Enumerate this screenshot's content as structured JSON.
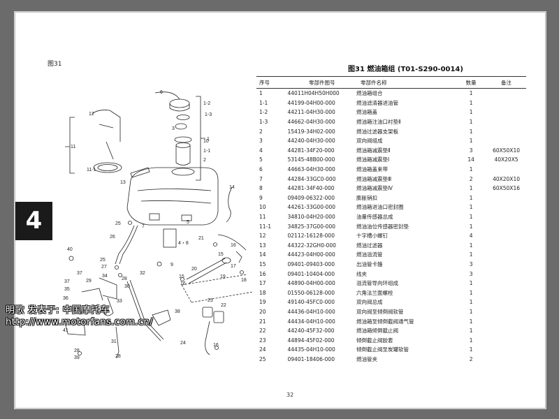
{
  "figure_label": "图31",
  "title": "图31 燃油箱组 (T01-S290-0014)",
  "section_tab": "4",
  "page_number": "32",
  "table": {
    "headers": [
      "序号",
      "零部件图号",
      "零部件名称",
      "数量",
      "备注"
    ],
    "rows": [
      [
        "1",
        "44011H04H50H000",
        "燃油箱组合",
        "1",
        ""
      ],
      [
        "1-1",
        "44199-04H00-000",
        "燃油滤清器进油管",
        "1",
        ""
      ],
      [
        "1-2",
        "44211-04H30-000",
        "燃油箱盖",
        "1",
        ""
      ],
      [
        "1-3",
        "44662-04H30-000",
        "燃油箱注油口衬垫Ⅱ",
        "1",
        ""
      ],
      [
        "2",
        "15419-34H02-000",
        "燃油过滤器支架板",
        "1",
        ""
      ],
      [
        "3",
        "44240-04H30-000",
        "双向阀组成",
        "1",
        ""
      ],
      [
        "4",
        "44281-34F20-000",
        "燃油箱减震垫Ⅱ",
        "3",
        "60X50X10"
      ],
      [
        "5",
        "53145-48B00-000",
        "燃油箱减震垫Ⅰ",
        "14",
        "40X20X5"
      ],
      [
        "6",
        "44663-04H30-000",
        "燃油箱盖束带",
        "1",
        ""
      ],
      [
        "7",
        "44284-33GC0-000",
        "燃油箱减震垫Ⅲ",
        "2",
        "40X20X10"
      ],
      [
        "8",
        "44281-34F40-000",
        "燃油箱减震垫Ⅳ",
        "1",
        "60X50X16"
      ],
      [
        "9",
        "09409-06322-000",
        "膨胀销扣",
        "1",
        ""
      ],
      [
        "10",
        "44261-33G00-000",
        "燃油箱进油口密封圈",
        "1",
        ""
      ],
      [
        "11",
        "34810-04H20-000",
        "油量传感器总成",
        "1",
        ""
      ],
      [
        "11-1",
        "34825-37G00-000",
        "燃油油位传感器密封垫",
        "1",
        ""
      ],
      [
        "12",
        "02112-16128-000",
        "十字槽小螺钉",
        "4",
        ""
      ],
      [
        "13",
        "44322-32GH0-000",
        "燃油过滤器",
        "1",
        ""
      ],
      [
        "14",
        "44423-04H00-000",
        "燃油溢流管",
        "1",
        ""
      ],
      [
        "15",
        "09401-09403-000",
        "出油管卡箍",
        "3",
        ""
      ],
      [
        "16",
        "09401-10404-000",
        "线夹",
        "3",
        ""
      ],
      [
        "17",
        "44890-04H00-000",
        "溢流管导向环组成",
        "1",
        ""
      ],
      [
        "18",
        "01550-06128-000",
        "六角法兰面螺栓",
        "1",
        ""
      ],
      [
        "19",
        "49140-45FC0-000",
        "双向阀总成",
        "1",
        ""
      ],
      [
        "20",
        "44436-04H10-000",
        "双向阀至倾倒阀软管",
        "1",
        ""
      ],
      [
        "21",
        "44434-04H10-000",
        "燃油箱至倾倒截阀通气管",
        "1",
        ""
      ],
      [
        "22",
        "44240-45F32-000",
        "燃油箱倾倒截止阀",
        "1",
        ""
      ],
      [
        "23",
        "44894-45F02-000",
        "倾倒截止阀胶套",
        "1",
        ""
      ],
      [
        "24",
        "44435-04H10-000",
        "倾倒截止阀至炭罐软管",
        "1",
        ""
      ],
      [
        "25",
        "09401-18406-000",
        "燃油管夹",
        "2",
        ""
      ]
    ]
  },
  "callouts": [
    "6",
    "1-2",
    "1-3",
    "3",
    "1",
    "10",
    "1-1",
    "2",
    "12",
    "11",
    "11-1",
    "13",
    "14",
    "25",
    "7",
    "5",
    "26",
    "4・8",
    "40",
    "37",
    "25",
    "27",
    "28",
    "34",
    "29",
    "30",
    "37",
    "35",
    "36",
    "9",
    "32",
    "21",
    "16",
    "15",
    "20",
    "17",
    "18",
    "19",
    "15",
    "16",
    "33",
    "22",
    "23",
    "38",
    "41",
    "31",
    "24",
    "28",
    "16",
    "39",
    "28"
  ],
  "watermark": {
    "line1": "明歌  发表于: 中国摩托车",
    "line2": "http://www.motorfans.com.cn/"
  }
}
